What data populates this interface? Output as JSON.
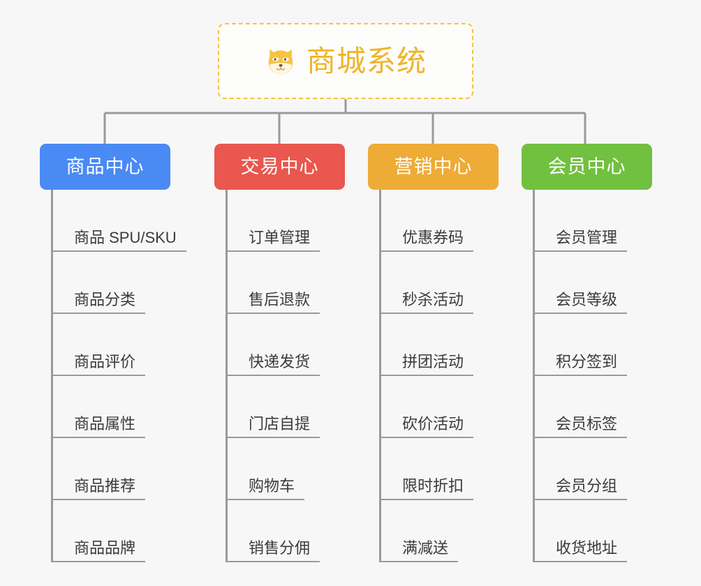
{
  "root": {
    "title": "商城系统",
    "icon": "shiba-dog-icon",
    "border_color": "#f4c43c",
    "text_color": "#f0b429",
    "background": "#fdfdfb"
  },
  "canvas": {
    "background": "#f7f7f7",
    "connector_color": "#9a9a9a"
  },
  "categories": [
    {
      "label": "商品中心",
      "color": "#4a8af4",
      "items": [
        "商品 SPU/SKU",
        "商品分类",
        "商品评价",
        "商品属性",
        "商品推荐",
        "商品品牌"
      ]
    },
    {
      "label": "交易中心",
      "color": "#e9574f",
      "items": [
        "订单管理",
        "售后退款",
        "快递发货",
        "门店自提",
        "购物车",
        "销售分佣"
      ]
    },
    {
      "label": "营销中心",
      "color": "#eeab36",
      "items": [
        "优惠券码",
        "秒杀活动",
        "拼团活动",
        "砍价活动",
        "限时折扣",
        "满减送"
      ]
    },
    {
      "label": "会员中心",
      "color": "#72c040",
      "items": [
        "会员管理",
        "会员等级",
        "积分签到",
        "会员标签",
        "会员分组",
        "收货地址"
      ]
    }
  ]
}
